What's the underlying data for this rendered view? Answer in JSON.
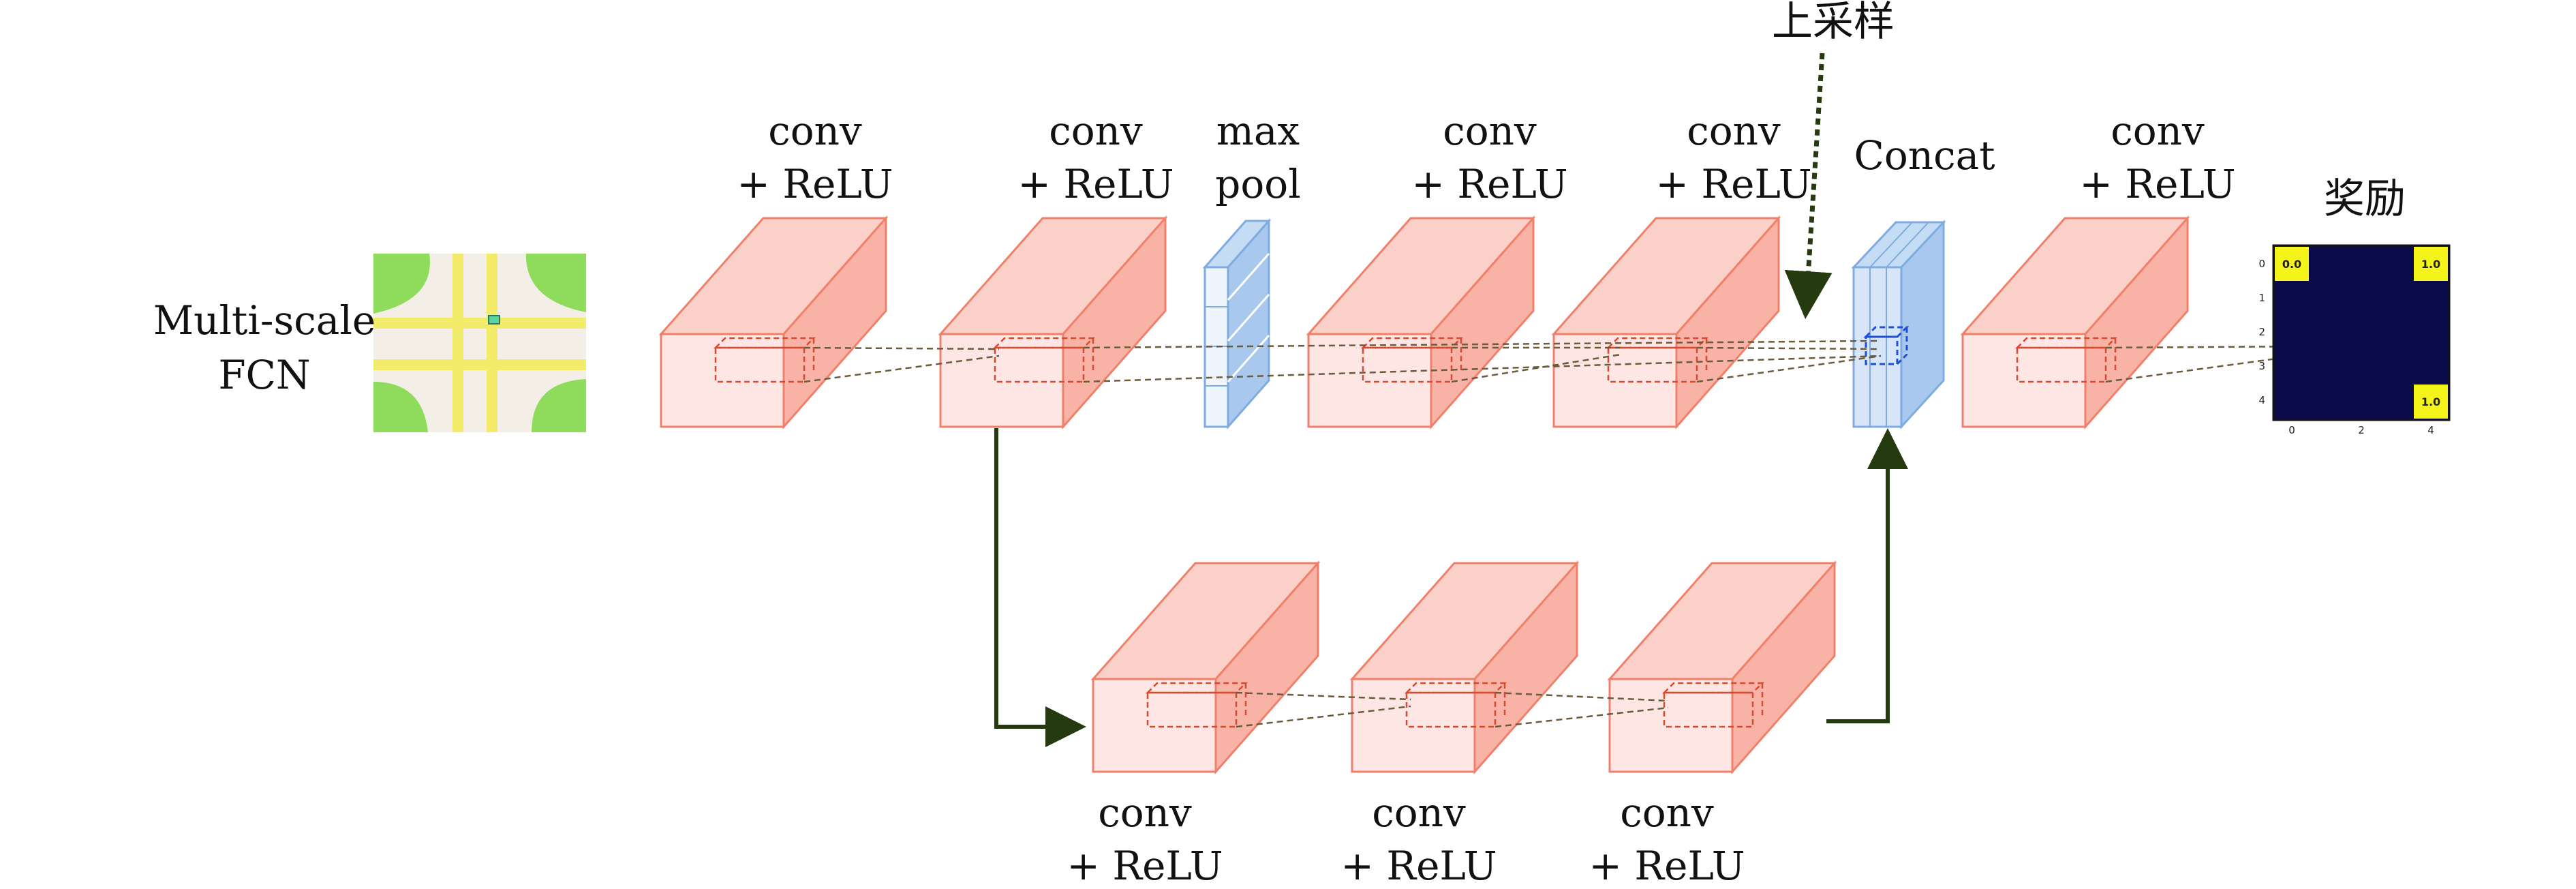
{
  "diagram": {
    "input_label_line1": "Multi-scale",
    "input_label_line2": "FCN",
    "top_labels": [
      {
        "line1": "conv",
        "line2": "+ ReLU"
      },
      {
        "line1": "conv",
        "line2": "+ ReLU"
      },
      {
        "line1": "max",
        "line2": "pool"
      },
      {
        "line1": "conv",
        "line2": "+ ReLU"
      },
      {
        "line1": "conv",
        "line2": "+ ReLU"
      },
      {
        "line1": "Concat",
        "line2": ""
      },
      {
        "line1": "conv",
        "line2": "+ ReLU"
      }
    ],
    "bottom_labels": [
      {
        "line1": "conv",
        "line2": "+ ReLU"
      },
      {
        "line1": "conv",
        "line2": "+ ReLU"
      },
      {
        "line1": "conv",
        "line2": "+ ReLU"
      }
    ],
    "upsample_label": "上采样",
    "reward_label": "奖励",
    "reward_map": {
      "y_ticks": [
        "0",
        "1",
        "2",
        "3",
        "4"
      ],
      "x_ticks": [
        "0",
        "2",
        "4"
      ],
      "cell_values": [
        "0.0",
        "1.0",
        "1.0"
      ]
    }
  },
  "colors": {
    "conv_face": "#fde6e4",
    "conv_side": "#f8b3a6",
    "conv_top": "#fbd0c8",
    "conv_stroke": "#f0806a",
    "pool_face": "#d6e6f8",
    "pool_side": "#a8c8ee",
    "pool_stroke": "#7fabe0",
    "arrow": "#263a10",
    "dashed": "#6b5b3a",
    "reward_bg": "#0b0b4a",
    "reward_cell": "#f4f41a"
  }
}
